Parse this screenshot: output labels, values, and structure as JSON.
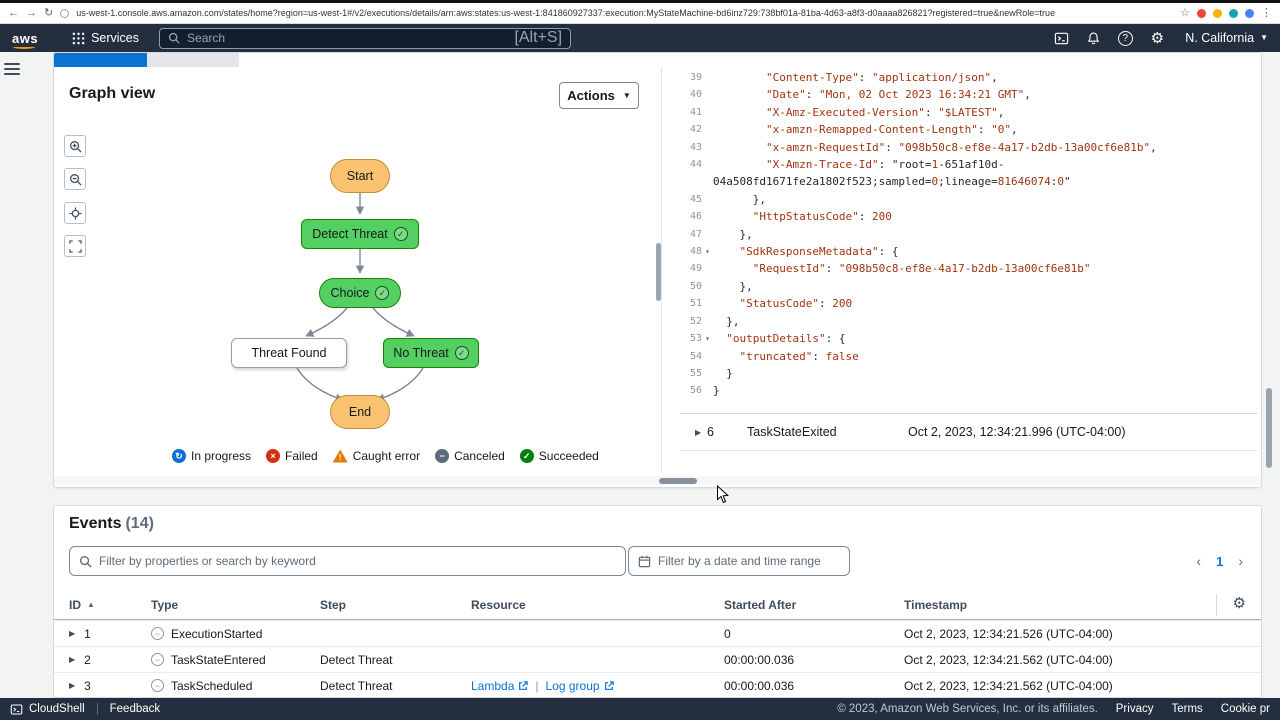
{
  "colors": {
    "accent_blue": "#0972d3",
    "navbar_bg": "#232f3e",
    "succeeded_green": "#54cf62",
    "succeeded_border": "#1d8102",
    "start_end_fill": "#f9c270",
    "link_blue": "#0972d3"
  },
  "icons": {
    "back": "←",
    "forward": "→",
    "refresh": "↻",
    "star": "☆",
    "overflow_menu": "⋮",
    "caret_down": "▼",
    "sort_ascending": "▲",
    "expand_row": "▶",
    "gutter_expanded": "▾",
    "page_prev": "‹",
    "page_next": "›",
    "gear": "⚙",
    "help": "?",
    "event_type_dash": "−",
    "check": "✓"
  },
  "browser": {
    "url": "us-west-1.console.aws.amazon.com/states/home?region=us-west-1#/v2/executions/details/arn:aws:states:us-west-1:841860927337:execution:MyStateMachine-bd6inz729:738bf01a-81ba-4d63-a8f3-d0aaaa826821?registered=true&newRole=true"
  },
  "navbar": {
    "logo_text": "aws",
    "services_label": "Services",
    "search_placeholder": "Search",
    "search_shortcut": "[Alt+S]",
    "region_label": "N. California"
  },
  "graph_panel": {
    "title": "Graph view",
    "actions_button": "Actions",
    "nodes": {
      "start": {
        "label": "Start",
        "status": "default"
      },
      "detect_threat": {
        "label": "Detect Threat",
        "status": "succeeded"
      },
      "choice": {
        "label": "Choice",
        "status": "succeeded"
      },
      "threat_found": {
        "label": "Threat Found",
        "status": "not_executed"
      },
      "no_threat": {
        "label": "No Threat",
        "status": "succeeded"
      },
      "end": {
        "label": "End",
        "status": "default"
      }
    },
    "legend": [
      {
        "label": "In progress",
        "color": "#0972d3",
        "shape": "circle",
        "symbol": "↻"
      },
      {
        "label": "Failed",
        "color": "#d13212",
        "shape": "circle",
        "symbol": "×"
      },
      {
        "label": "Caught error",
        "color": "#e07c00",
        "shape": "triangle",
        "symbol": "!"
      },
      {
        "label": "Canceled",
        "color": "#5f6b7a",
        "shape": "circle",
        "symbol": "−"
      },
      {
        "label": "Succeeded",
        "color": "#037f0c",
        "shape": "circle",
        "symbol": "✓"
      }
    ]
  },
  "code_panel": {
    "lines": [
      {
        "num": "39",
        "text": "        \"Content-Type\": \"application/json\","
      },
      {
        "num": "40",
        "text": "        \"Date\": \"Mon, 02 Oct 2023 16:34:21 GMT\","
      },
      {
        "num": "41",
        "text": "        \"X-Amz-Executed-Version\": \"$LATEST\","
      },
      {
        "num": "42",
        "text": "        \"x-amzn-Remapped-Content-Length\": \"0\","
      },
      {
        "num": "43",
        "text": "        \"x-amzn-RequestId\": \"098b50c8-ef8e-4a17-b2db-13a00cf6e81b\","
      },
      {
        "num": "44",
        "text": "        \"X-Amzn-Trace-Id\": \"root=1-651af10d-"
      },
      {
        "num": "",
        "text": "04a508fd1671fe2a1802f523;sampled=0;lineage=81646074:0\""
      },
      {
        "num": "45",
        "text": "      },"
      },
      {
        "num": "46",
        "text": "      \"HttpStatusCode\": 200"
      },
      {
        "num": "47",
        "text": "    },"
      },
      {
        "num": "48",
        "expanded": true,
        "text": "    \"SdkResponseMetadata\": {"
      },
      {
        "num": "49",
        "text": "      \"RequestId\": \"098b50c8-ef8e-4a17-b2db-13a00cf6e81b\""
      },
      {
        "num": "50",
        "text": "    },"
      },
      {
        "num": "51",
        "text": "    \"StatusCode\": 200"
      },
      {
        "num": "52",
        "text": "  },"
      },
      {
        "num": "53",
        "expanded": true,
        "text": "  \"outputDetails\": {"
      },
      {
        "num": "54",
        "text": "    \"truncated\": false"
      },
      {
        "num": "55",
        "text": "  }"
      },
      {
        "num": "56",
        "text": "}"
      }
    ]
  },
  "selected_event": {
    "id": "6",
    "name": "TaskStateExited",
    "timestamp": "Oct 2, 2023, 12:34:21.996 (UTC-04:00)"
  },
  "events_section": {
    "title": "Events",
    "count": "(14)",
    "filter_placeholder": "Filter by properties or search by keyword",
    "date_filter_placeholder": "Filter by a date and time range",
    "page_number": "1",
    "columns": {
      "id": "ID",
      "type": "Type",
      "step": "Step",
      "resource": "Resource",
      "started_after": "Started After",
      "timestamp": "Timestamp"
    },
    "rows": [
      {
        "id": "1",
        "type": "ExecutionStarted",
        "step": "",
        "started_after": "0",
        "timestamp": "Oct 2, 2023, 12:34:21.526 (UTC-04:00)"
      },
      {
        "id": "2",
        "type": "TaskStateEntered",
        "step": "Detect Threat",
        "started_after": "00:00:00.036",
        "timestamp": "Oct 2, 2023, 12:34:21.562 (UTC-04:00)"
      },
      {
        "id": "3",
        "type": "TaskScheduled",
        "step": "Detect Threat",
        "resource_link_1": "Lambda",
        "resource_link_2": "Log group",
        "started_after": "00:00:00.036",
        "timestamp": "Oct 2, 2023, 12:34:21.562 (UTC-04:00)"
      }
    ]
  },
  "footer": {
    "cloudshell_label": "CloudShell",
    "feedback_label": "Feedback",
    "copyright": "© 2023, Amazon Web Services, Inc. or its affiliates.",
    "privacy": "Privacy",
    "terms": "Terms",
    "cookie": "Cookie pr"
  }
}
